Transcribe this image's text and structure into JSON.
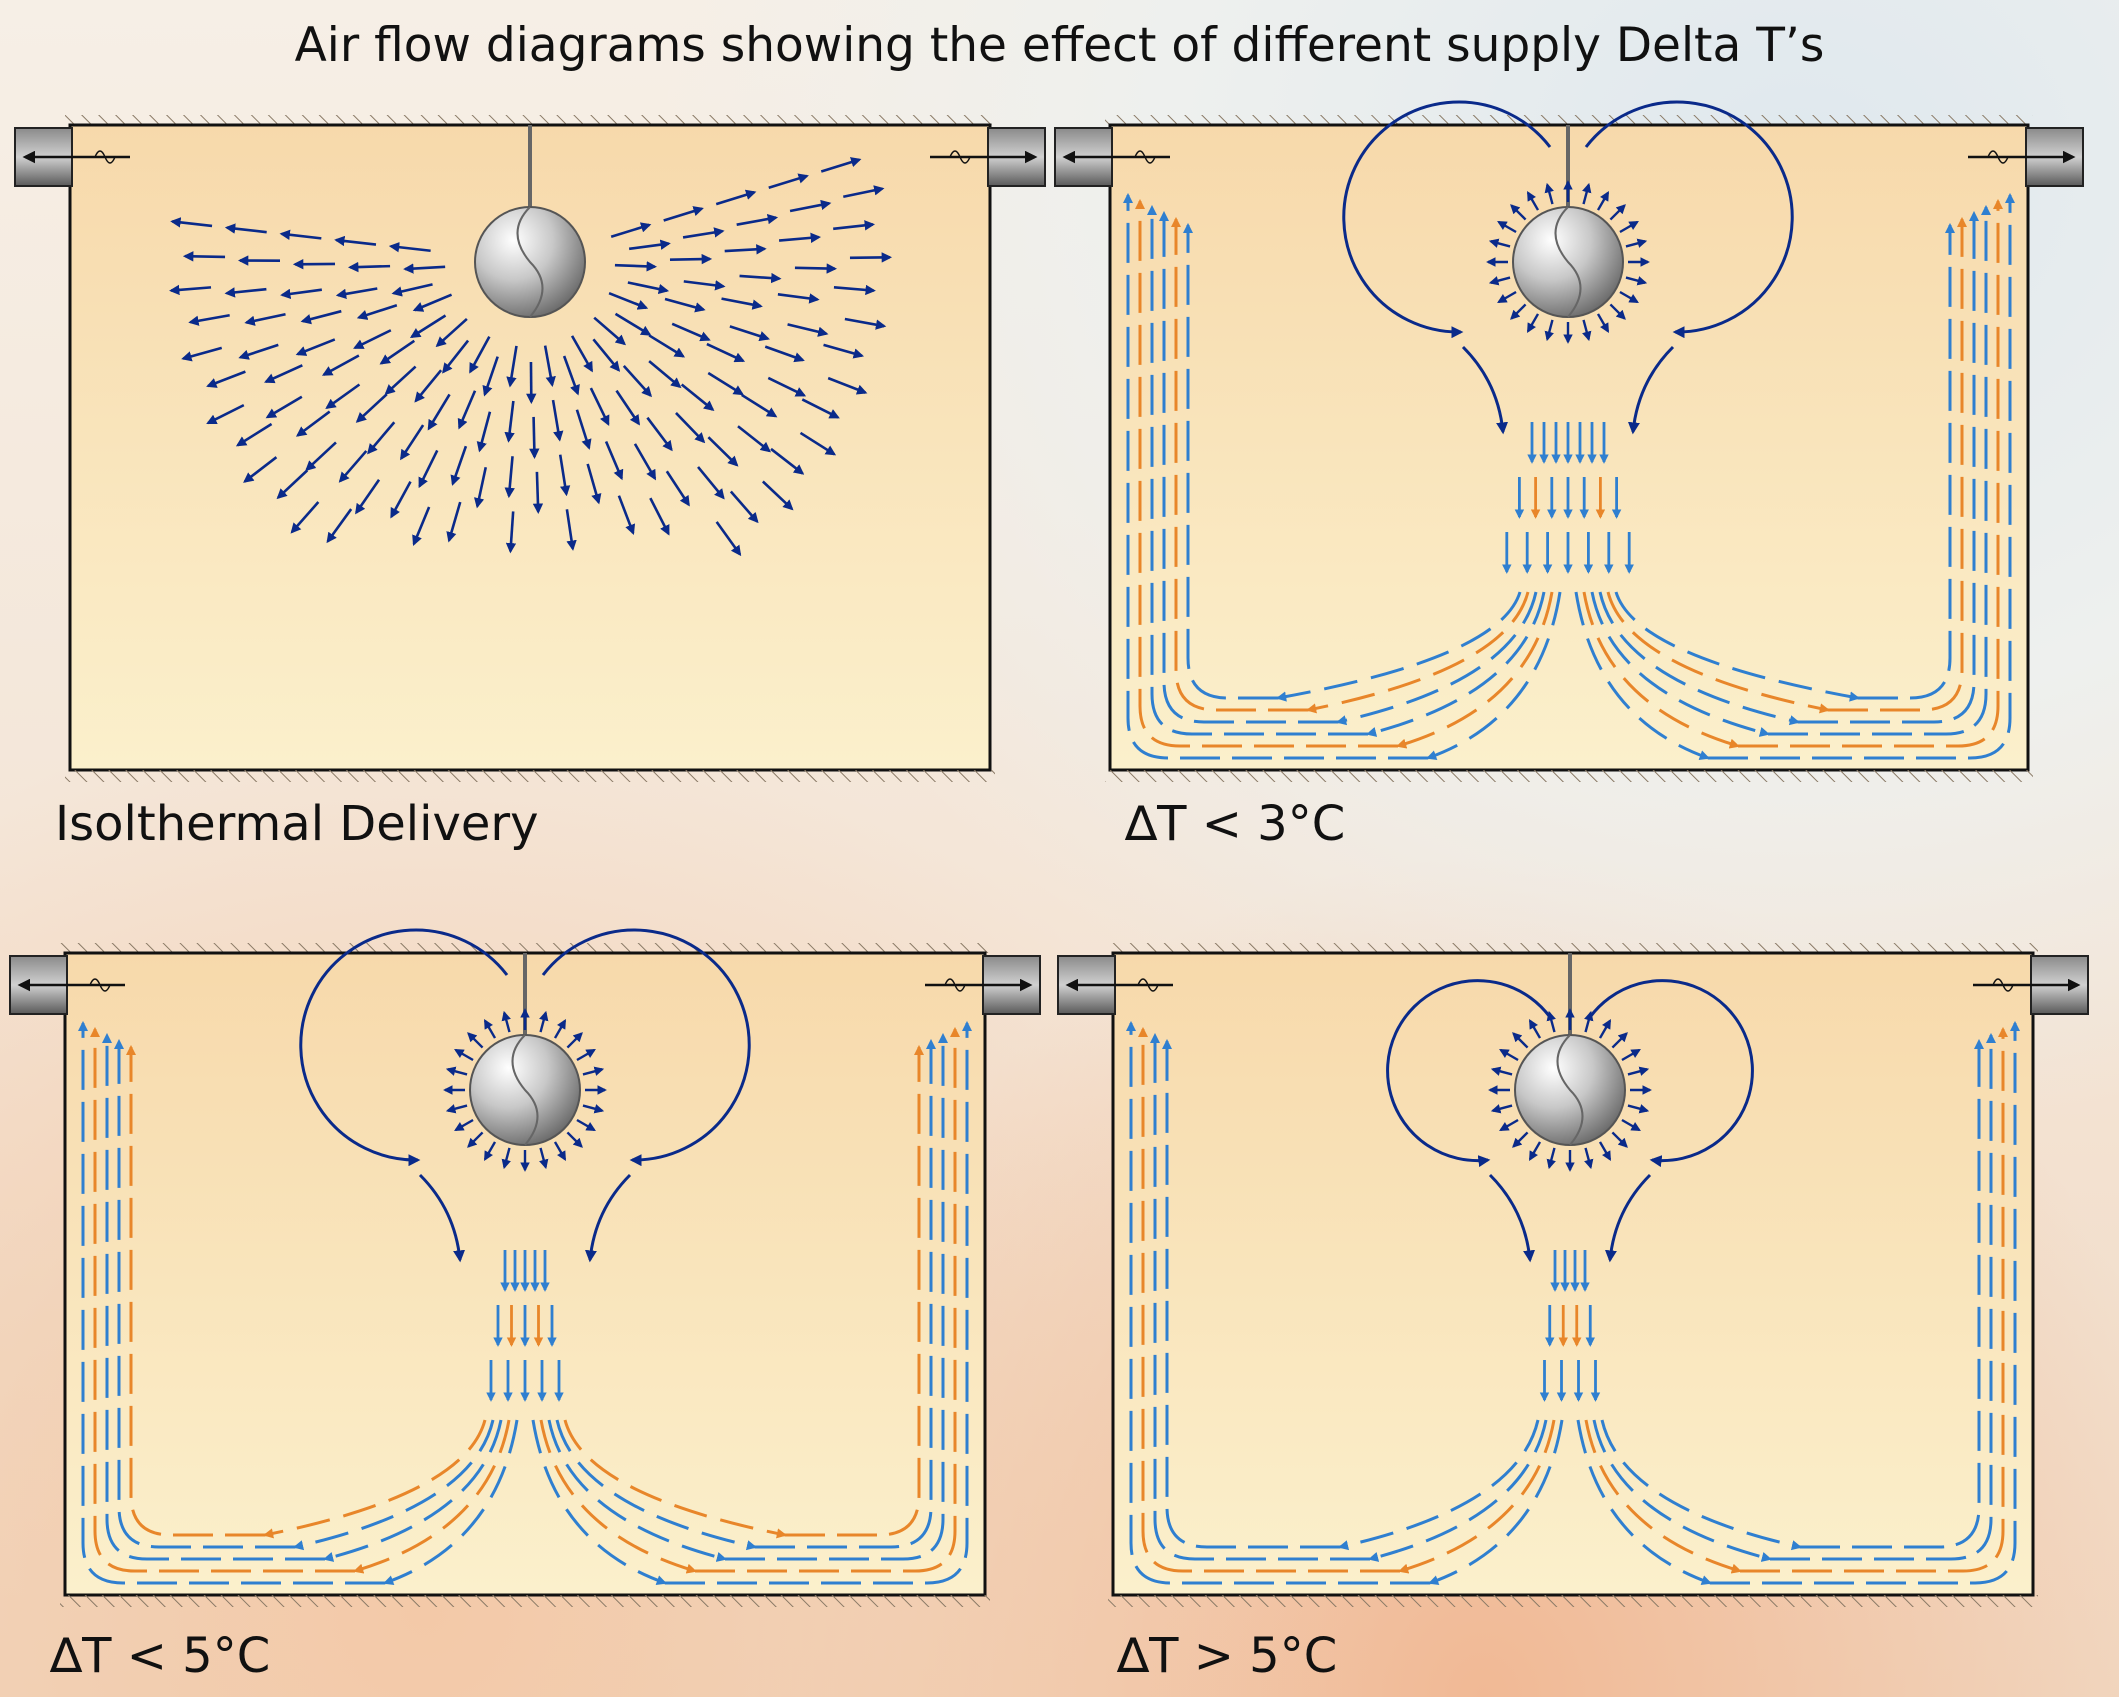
{
  "title": "Air flow diagrams showing the effect of different supply Delta T’s",
  "panels": [
    {
      "id": "isothermal",
      "caption": "Isolthermal Delivery"
    },
    {
      "id": "dt-lt-3",
      "caption": "∆T < 3°C"
    },
    {
      "id": "dt-lt-5",
      "caption": "∆T < 5°C"
    },
    {
      "id": "dt-gt-5",
      "caption": "∆T > 5°C"
    }
  ],
  "colors": {
    "cool_air": "#2f7fd0",
    "warm_air": "#e8862a",
    "dark_flow": "#0a2a8a",
    "room_top": "#f7d9ab",
    "room_bottom": "#fbf0cc"
  }
}
